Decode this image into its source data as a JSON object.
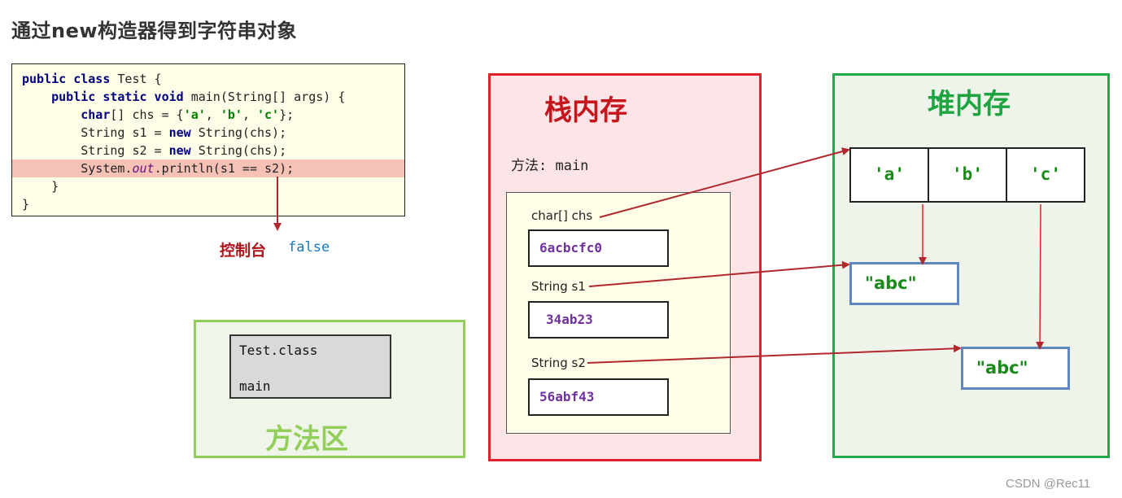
{
  "title": "通过new构造器得到字符串对象",
  "code": {
    "lines": [
      [
        {
          "t": "public class ",
          "c": "kw"
        },
        {
          "t": "Test {",
          "c": ""
        }
      ],
      [
        {
          "t": "    public static void ",
          "c": "kw"
        },
        {
          "t": "main(String[] args) {",
          "c": ""
        }
      ],
      [
        {
          "t": "        char",
          "c": "kw"
        },
        {
          "t": "[] chs = {",
          "c": ""
        },
        {
          "t": "'a'",
          "c": "str"
        },
        {
          "t": ", ",
          "c": ""
        },
        {
          "t": "'b'",
          "c": "str"
        },
        {
          "t": ", ",
          "c": ""
        },
        {
          "t": "'c'",
          "c": "str"
        },
        {
          "t": "};",
          "c": ""
        }
      ],
      [
        {
          "t": "        String s1 = ",
          "c": ""
        },
        {
          "t": "new ",
          "c": "kw"
        },
        {
          "t": "String(chs);",
          "c": ""
        }
      ],
      [
        {
          "t": "        String s2 = ",
          "c": ""
        },
        {
          "t": "new ",
          "c": "kw"
        },
        {
          "t": "String(chs);",
          "c": ""
        }
      ],
      [
        {
          "t": "        System.",
          "c": ""
        },
        {
          "t": "out",
          "c": "fld"
        },
        {
          "t": ".println(s1 == s2);",
          "c": ""
        }
      ],
      [
        {
          "t": "    }",
          "c": ""
        }
      ],
      [
        {
          "t": "}",
          "c": ""
        }
      ]
    ],
    "highlight_line": 5
  },
  "console": {
    "label": "控制台",
    "value": "false"
  },
  "method_area": {
    "label": "方法区",
    "class_name": "Test.class",
    "method": "main"
  },
  "stack": {
    "label": "栈内存",
    "method": "方法: main",
    "vars": [
      {
        "name": "char[] chs",
        "addr": "6acbcfc0"
      },
      {
        "name": "String s1",
        "addr": "34ab23"
      },
      {
        "name": "String s2",
        "addr": "56abf43"
      }
    ]
  },
  "heap": {
    "label": "堆内存",
    "chars": [
      "'a'",
      "'b'",
      "'c'"
    ],
    "strings": [
      "\"abc\"",
      "\"abc\""
    ]
  },
  "watermark": "CSDN @Rec11",
  "colors": {
    "arrow": "#b0282e",
    "stack_border": "#e0202a",
    "heap_border": "#22a94a",
    "method_area_border": "#92cf59"
  }
}
